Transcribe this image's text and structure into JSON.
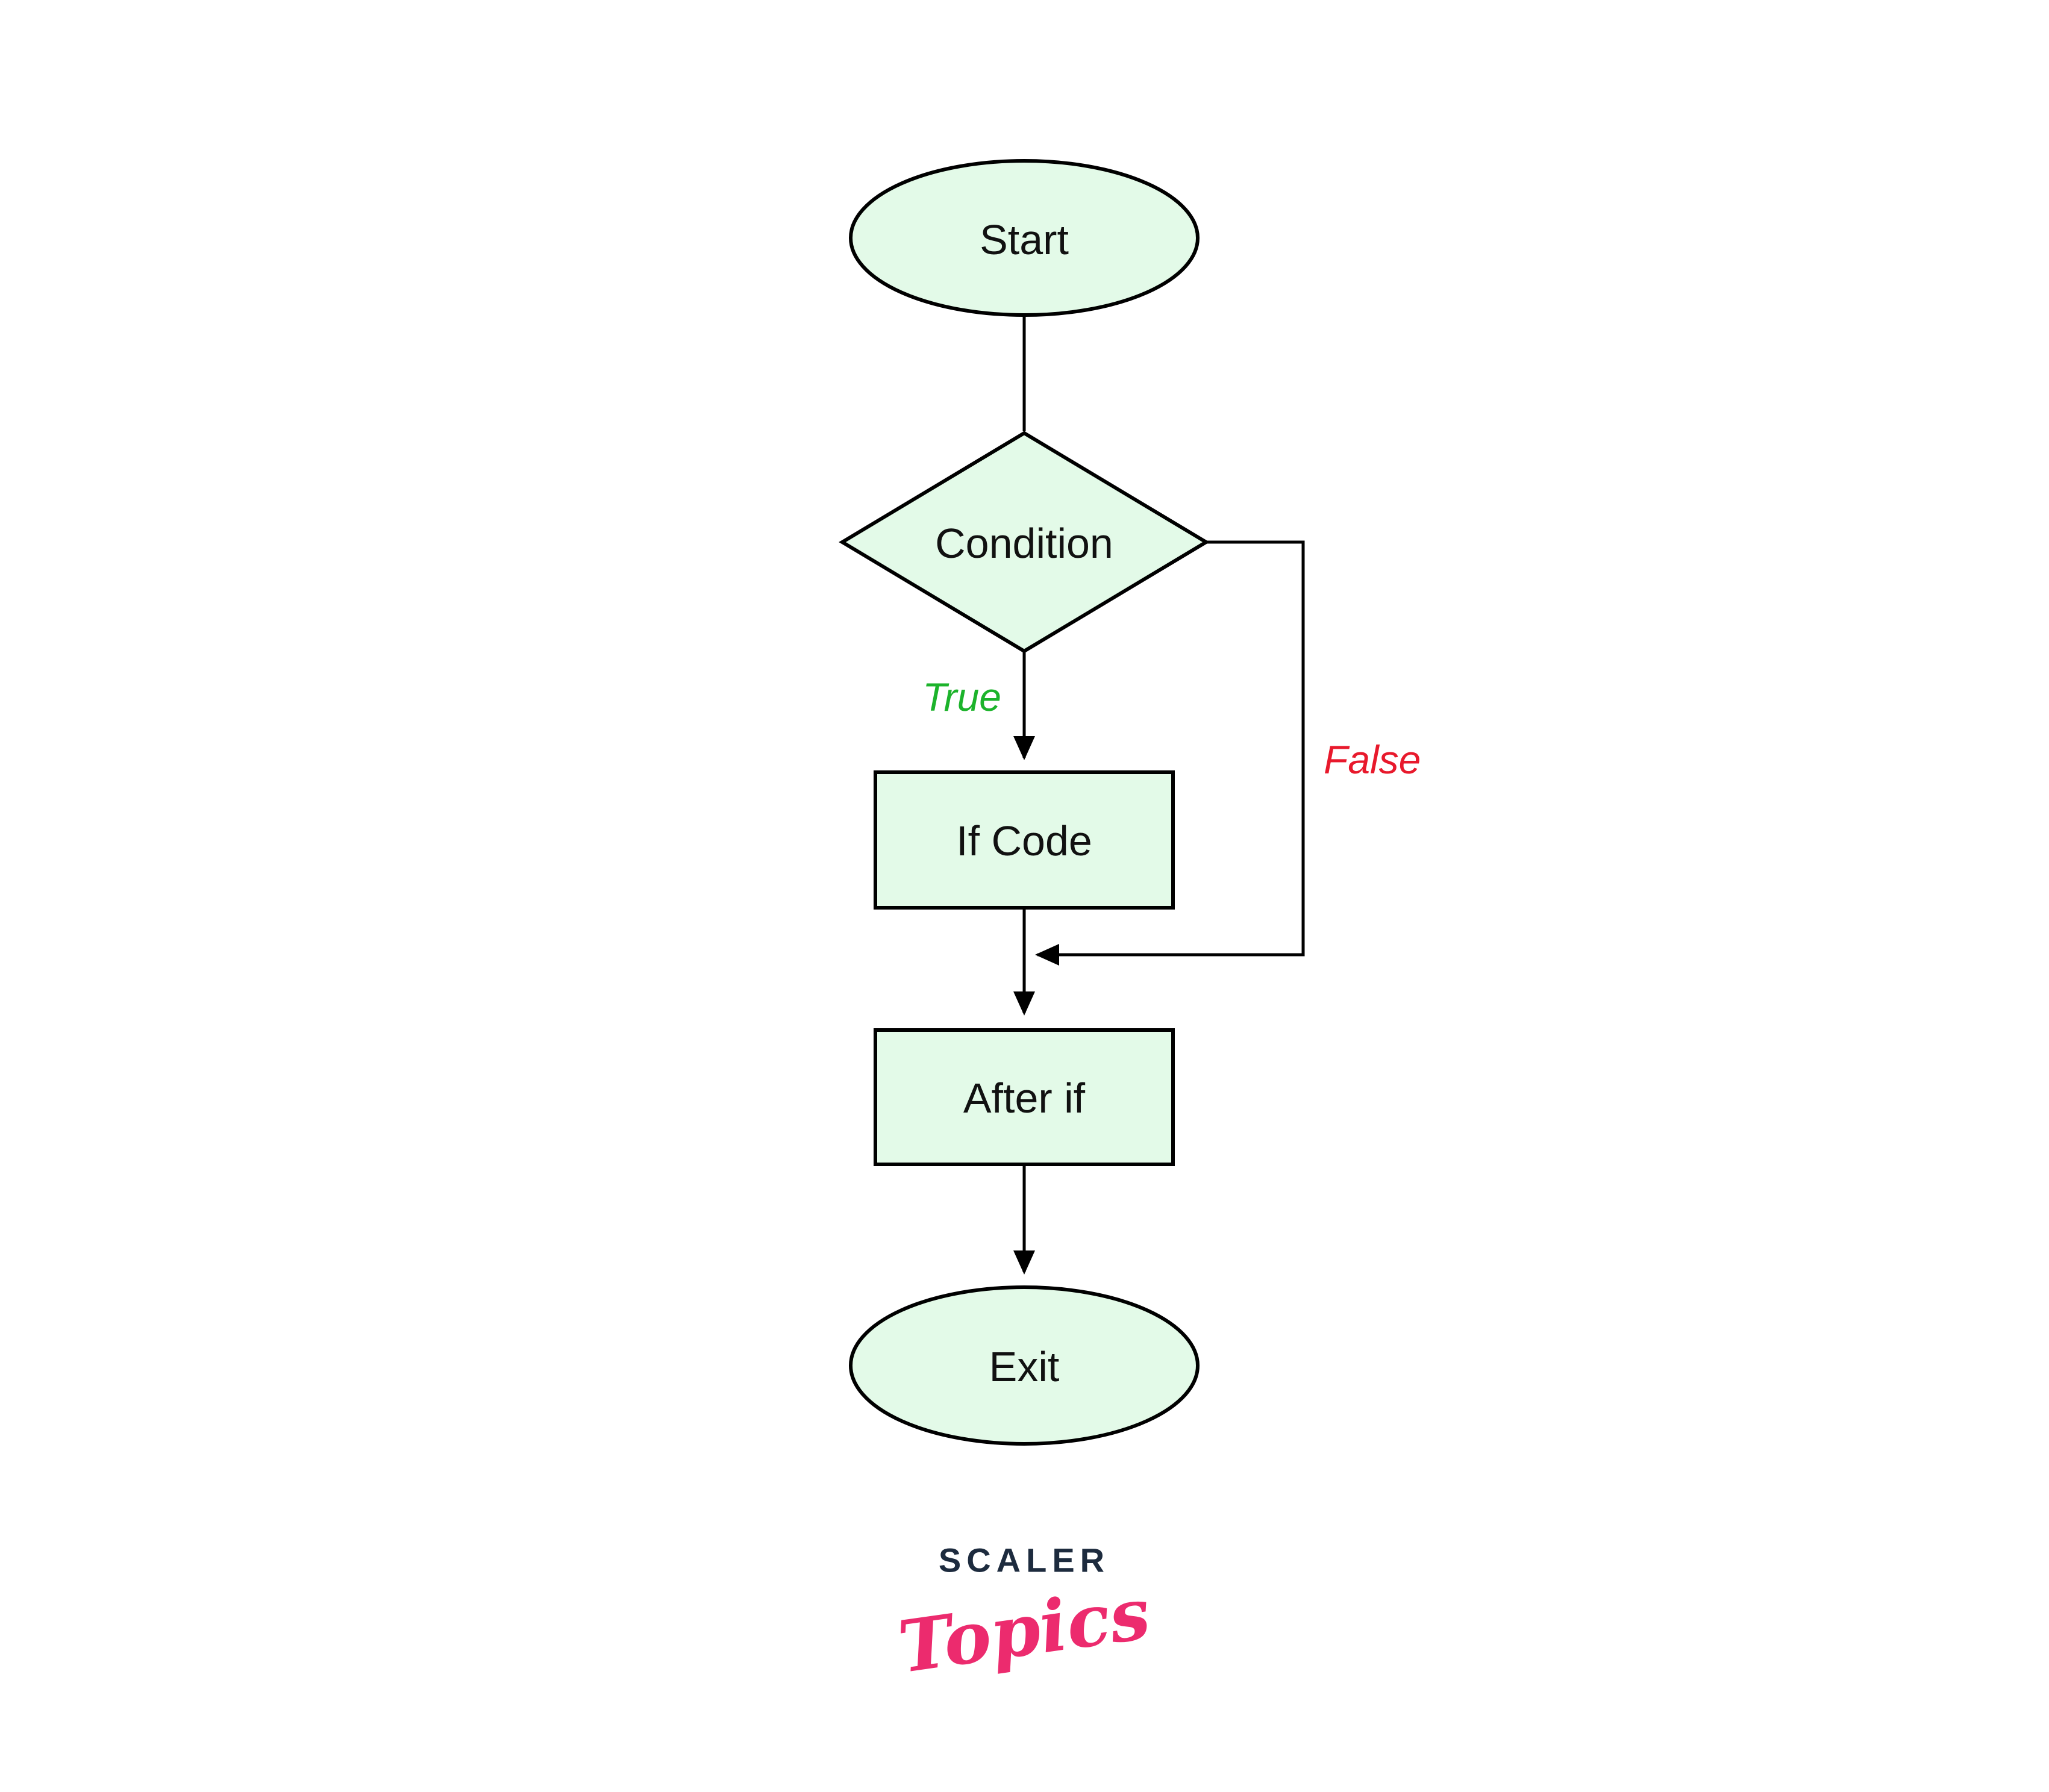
{
  "diagram": {
    "title": "if statement flowchart",
    "nodes": {
      "start": {
        "label": "Start",
        "type": "terminator"
      },
      "condition": {
        "label": "Condition",
        "type": "decision"
      },
      "if_code": {
        "label": "If Code",
        "type": "process"
      },
      "after_if": {
        "label": "After if",
        "type": "process"
      },
      "exit": {
        "label": "Exit",
        "type": "terminator"
      }
    },
    "edges": {
      "true_label": "True",
      "false_label": "False"
    },
    "colors": {
      "background": "#ffffff",
      "node_fill": "#e3fae8",
      "node_stroke": "#000000",
      "node_text": "#111111",
      "true_green": "#1cb32b",
      "false_red": "#e8192c"
    }
  },
  "logo": {
    "brand": "SCALER",
    "sub": "Topics",
    "brand_color": "#1d2b3e",
    "sub_color": "#ec2b6e"
  }
}
